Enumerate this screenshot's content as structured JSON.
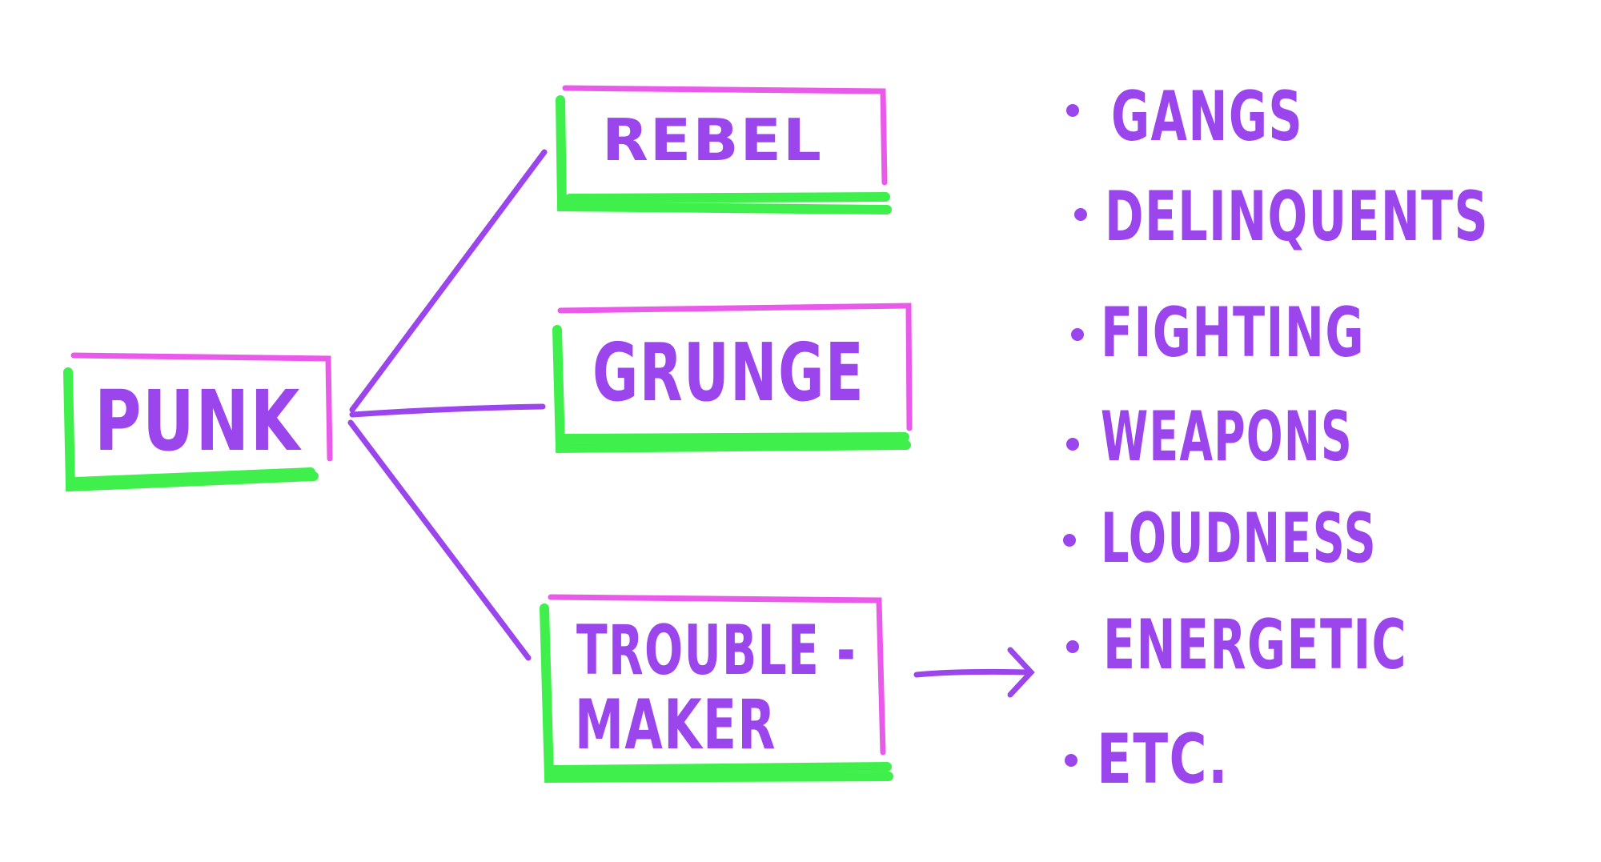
{
  "colors": {
    "text": "#9b45ec",
    "box_top_right": "#ea5aea",
    "box_bottom_left": "#3ff04c",
    "background": "#ffffff"
  },
  "root": {
    "label": "PUNK"
  },
  "branches": {
    "rebel": {
      "label": "REBEL"
    },
    "grunge": {
      "label": "GRUNGE"
    },
    "troublemaker": {
      "line1": "TROUBLE -",
      "line2": "MAKER"
    }
  },
  "bullets": [
    "GANGS",
    "DELINQUENTS",
    "FIGHTING",
    "WEAPONS",
    "LOUDNESS",
    "ENERGETIC",
    "ETC."
  ]
}
